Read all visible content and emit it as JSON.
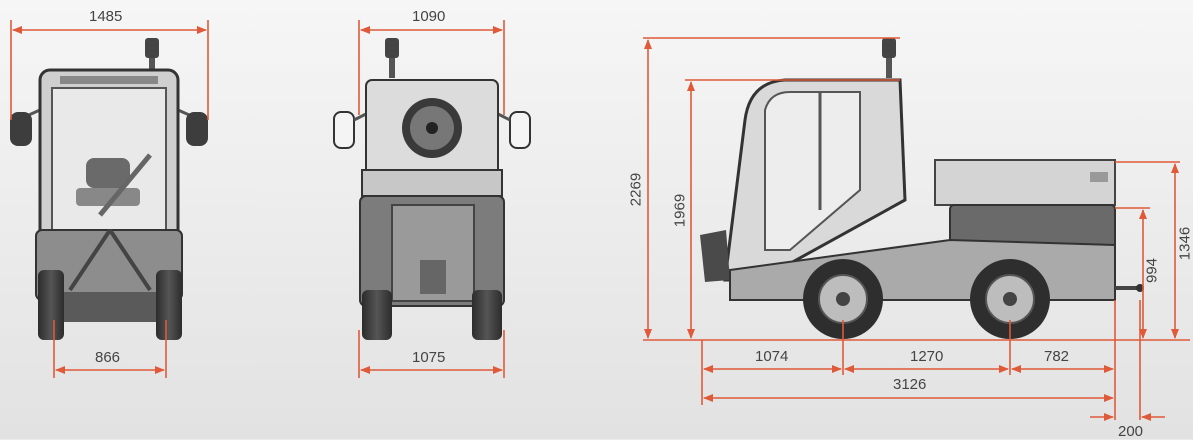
{
  "colors": {
    "dimension_line": "#e05a3a",
    "vehicle_body": "#9a9a9a",
    "vehicle_dark": "#3a3a3a",
    "background": "#ececec"
  },
  "front_view": {
    "overall_width": "1485",
    "track_width": "866"
  },
  "rear_view": {
    "body_width": "1090",
    "track_width": "1075"
  },
  "side_view": {
    "height_with_beacon": "2269",
    "cab_height": "1969",
    "hopper_height": "1346",
    "rear_body_height": "994",
    "front_overhang": "1074",
    "wheelbase": "1270",
    "rear_overhang": "782",
    "overall_length": "3126",
    "hitch_extension": "200"
  }
}
